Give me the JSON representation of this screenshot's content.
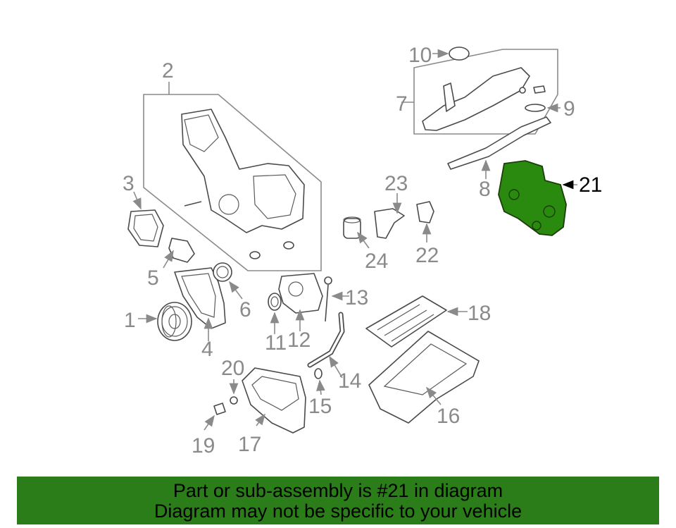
{
  "diagram": {
    "highlight_color": "#2a8a0f",
    "highlight_part": "21",
    "labels": {
      "p1": "1",
      "p2": "2",
      "p3": "3",
      "p4": "4",
      "p5": "5",
      "p6": "6",
      "p7": "7",
      "p8": "8",
      "p9": "9",
      "p10": "10",
      "p11": "11",
      "p12": "12",
      "p13": "13",
      "p14": "14",
      "p15": "15",
      "p16": "16",
      "p17": "17",
      "p18": "18",
      "p19": "19",
      "p20": "20",
      "p21": "21",
      "p22": "22",
      "p23": "23",
      "p24": "24"
    }
  },
  "banner": {
    "line1": "Part or sub-assembly is #21 in diagram",
    "line2": "Diagram may not be specific to your vehicle",
    "background": "#2a7d18"
  }
}
